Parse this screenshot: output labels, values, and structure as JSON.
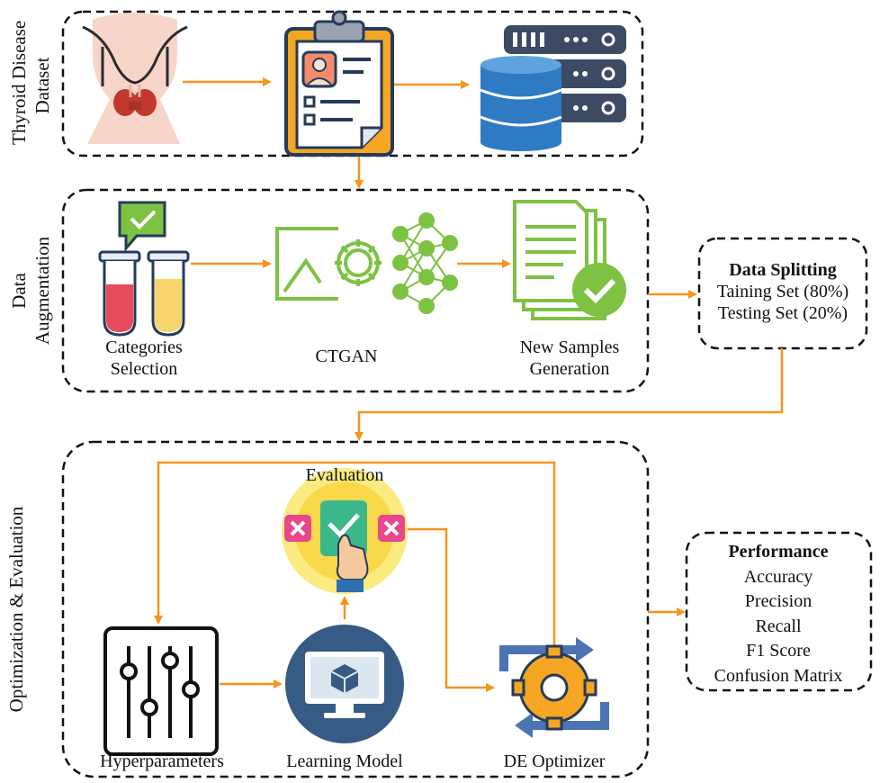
{
  "sections": {
    "dataset": {
      "title": "Thyroid Disease Dataset",
      "title_lines": [
        "Thyroid Disease",
        "Dataset"
      ]
    },
    "augmentation": {
      "title_lines": [
        "Data",
        "Augmentation"
      ]
    },
    "optimization": {
      "title": "Optimization & Evaluation"
    }
  },
  "augmentation_steps": {
    "categories": [
      "Categories",
      "Selection"
    ],
    "ctgan": "CTGAN",
    "new_samples": [
      "New Samples",
      "Generation"
    ]
  },
  "data_splitting": {
    "title": "Data Splitting",
    "lines": [
      "Taining Set (80%)",
      "Testing Set (20%)"
    ]
  },
  "optimization_steps": {
    "evaluation": "Evaluation",
    "hyperparameters": "Hyperparameters",
    "learning_model": "Learning Model",
    "de_optimizer": "DE Optimizer"
  },
  "performance": {
    "title": "Performance",
    "metrics": [
      "Accuracy",
      "Precision",
      "Recall",
      "F1 Score",
      "Confusion Matrix"
    ]
  },
  "colors": {
    "arrow": "#F7941D",
    "border": "#111111",
    "icon_green": "#7DC242",
    "db_blue": "#2E7BC4",
    "dark_navy": "#263A5A",
    "model_blue": "#365C85"
  }
}
